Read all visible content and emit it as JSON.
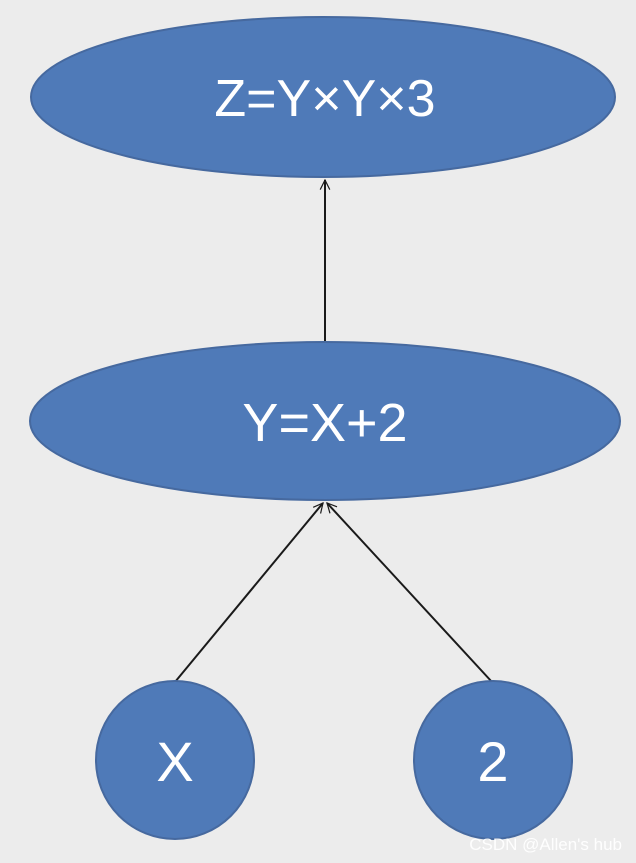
{
  "colors": {
    "background": "#ececec",
    "node_fill": "#4f7ab8",
    "node_stroke": "#46699f",
    "edge": "#1a1a1a",
    "label": "#ffffff"
  },
  "nodes": {
    "z": {
      "label": "Z=Y×Y×3",
      "shape": "ellipse"
    },
    "y": {
      "label": "Y=X+2",
      "shape": "ellipse"
    },
    "x": {
      "label": "X",
      "shape": "circle"
    },
    "two": {
      "label": "2",
      "shape": "circle"
    }
  },
  "edges": [
    {
      "from": "y",
      "to": "z"
    },
    {
      "from": "x",
      "to": "y"
    },
    {
      "from": "two",
      "to": "y"
    }
  ],
  "watermark": "CSDN @Allen's hub"
}
